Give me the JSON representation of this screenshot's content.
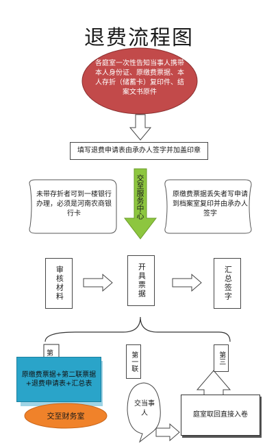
{
  "title": "退费流程图",
  "start": {
    "text": "各庭室一次性告知当事人携带本人身份证、原缴费票据、本人存折（储蓄卡）复印件、结案文书原件"
  },
  "step_fill_form": {
    "text": "填写退费申请表由承办人签字并加盖印章"
  },
  "arrow_center_label": "交至服务中心",
  "note_left": {
    "text": "未带存折者可到一楼银行办理，必须是河南农商银行卡"
  },
  "note_right": {
    "text": "原缴费票据丢失者写申请到档案室复印并由承办人签字"
  },
  "review": {
    "text": "审核材料"
  },
  "issue": {
    "text": "开具票据"
  },
  "collect": {
    "text": "汇总签字"
  },
  "branch_1": {
    "text": "第"
  },
  "branch_2": {
    "text": "第一联"
  },
  "branch_3": {
    "text": "第三"
  },
  "finance_box": {
    "text": "原缴费票据+第二联票据+退费申请表+汇总表"
  },
  "finance_oval": {
    "text": "交至财务室"
  },
  "party": {
    "text": "交当事人"
  },
  "archive": {
    "text": "庭室取回直接入卷"
  },
  "colors": {
    "start_ellipse": "#c24a4a",
    "green_arrow": "#8dc63f",
    "finance_box": "#2aa4c9",
    "finance_oval": "#f0822a"
  }
}
